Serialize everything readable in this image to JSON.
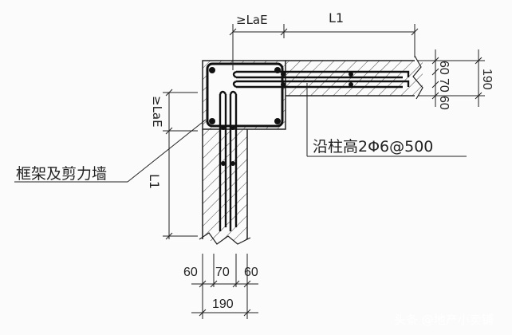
{
  "labels": {
    "top_anchor": "≥LaE",
    "top_length": "L1",
    "left_anchor": "≥LaE",
    "left_length": "L1",
    "wall_label": "框架及剪力墙",
    "rebar_note": "沿柱高2Φ6@500"
  },
  "dimensions": {
    "right_segments": [
      "60",
      "70",
      "60"
    ],
    "right_total": "190",
    "bottom_segments": [
      "60",
      "70",
      "60"
    ],
    "bottom_total": "190"
  },
  "watermark": "头条 @地产小卖铺",
  "colors": {
    "line": "#222222",
    "background": "#fbfbfb",
    "watermark": "#ffffff"
  }
}
